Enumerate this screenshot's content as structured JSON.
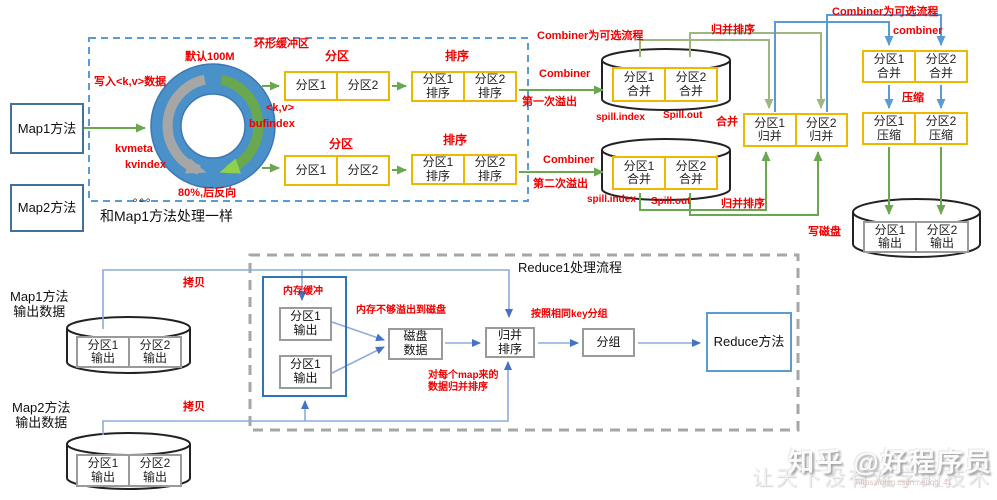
{
  "stage_map": {
    "map1": "Map1方法",
    "map2": "Map2方法",
    "same_note": "和Map1方法处理一样",
    "dots": "。。。",
    "write_kv": "写入<k,v>数据",
    "default_100m": "默认100M",
    "ring_buffer": "环形缓冲区",
    "kv": "<k,v>",
    "bufindex": "bufindex",
    "kvmeta": "kvmeta",
    "kvindex": "kvindex",
    "backfill": "80%,后反向",
    "partition_label": "分区",
    "sort_label": "排序",
    "p1": "分区1",
    "p2": "分区2",
    "p1_sorted": "分区1\n排序",
    "p2_sorted": "分区2\n排序"
  },
  "spill": {
    "combiner_optional": "Combiner为可选流程",
    "combiner1": "Combiner",
    "combiner2": "Combiner",
    "first_spill": "第一次溢出",
    "second_spill": "第二次溢出",
    "spill_index1": "spill.index",
    "spill_out1": "Spill.out",
    "spill_index2": "spill.index",
    "spill_out2": "Spill.out",
    "p1_merge": "分区1\n合并",
    "p2_merge": "分区2\n合并"
  },
  "merge": {
    "merge_sort_top": "归并排序",
    "merge_sort_bottom": "归并排序",
    "merge_label": "合并",
    "p1": "分区1\n归并",
    "p2": "分区2\n归并"
  },
  "combine2": {
    "combiner_optional": "Combiner为可选流程",
    "combiner": "combiner",
    "p1_merge": "分区1\n合并",
    "p2_merge": "分区2\n合并",
    "compress_label": "压缩",
    "p1_comp": "分区1\n压缩",
    "p2_comp": "分区2\n压缩",
    "write_disk": "写磁盘",
    "out1": "分区1\n输出",
    "out2": "分区2\n输出"
  },
  "map_outputs": {
    "map1_title": "Map1方法\n输出数据",
    "map2_title": "Map2方法\n输出数据",
    "copy1": "拷贝",
    "copy2": "拷贝",
    "m1_out1": "分区1\n输出",
    "m1_out2": "分区2\n输出",
    "m2_out1": "分区1\n输出",
    "m2_out2": "分区2\n输出"
  },
  "reduce": {
    "title": "Reduce1处理流程",
    "mem_buffer": "内存缓冲",
    "mem_box1": "分区1\n输出",
    "mem_box2": "分区1\n输出",
    "overflow_note": "内存不够溢出到磁盘",
    "disk": "磁盘\n数据",
    "merge_sort": "归并\n排序",
    "merge_note": "对每个map来的\n数据归并排序",
    "group_note": "按照相同key分组",
    "group": "分组",
    "reduce_method": "Reduce方法"
  },
  "watermark": {
    "main": "知乎 @好程序员",
    "slogan": "让天下没有难学的技术",
    "url": "https://blog.csdn.net/qq_41"
  },
  "colors": {
    "yellow_border": "#edb800",
    "red_label": "#ef0000",
    "green_arrow": "#6aa84f",
    "olive_line": "#a2b58c",
    "blue_arrow": "#5b9bd5",
    "lightblue_line": "#8eaadb",
    "donut_ring": "#4a90c9",
    "gray_border": "#9a9a9a"
  }
}
